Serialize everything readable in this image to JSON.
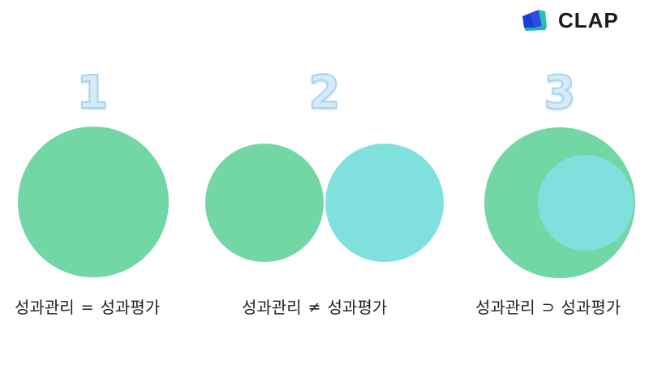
{
  "brand": {
    "name": "CLAP",
    "mark_colors": [
      "#1f3bd8",
      "#22c3b1"
    ]
  },
  "colors": {
    "green": "#72d6a5",
    "cyan": "#7fe0de",
    "number_fill": "#d6ebf7",
    "number_stroke": "#a9d3ee",
    "text": "#222222"
  },
  "panels": [
    {
      "number": "1",
      "left": "성과관리",
      "operator": "=",
      "right": "성과평가"
    },
    {
      "number": "2",
      "left": "성과관리",
      "operator": "≠",
      "right": "성과평가"
    },
    {
      "number": "3",
      "left": "성과관리",
      "operator": "⊃",
      "right": "성과평가"
    }
  ]
}
